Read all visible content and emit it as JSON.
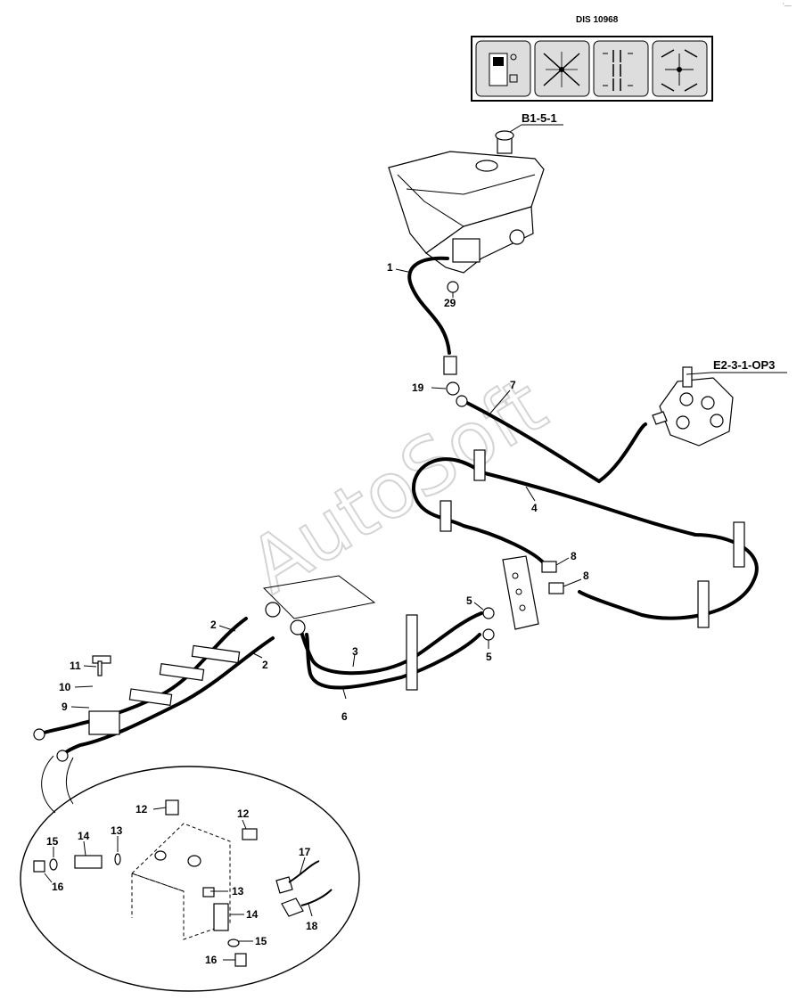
{
  "header": {
    "doc_number": "DIS 10968",
    "icon_panels": [
      "controls-panel-icon",
      "x-pattern-icon",
      "parallel-levers-icon",
      "iso-pattern-icon"
    ]
  },
  "references": {
    "tank": "B1-5-1",
    "valve": "E2-3-1-OP3"
  },
  "watermark": "AutoSoft",
  "corner_mark": "‘—",
  "callouts": {
    "c1": "1",
    "c29": "29",
    "c19": "19",
    "c7": "7",
    "c4": "4",
    "c8a": "8",
    "c8b": "8",
    "c5a": "5",
    "c5b": "5",
    "c2a": "2",
    "c2b": "2",
    "c3": "3",
    "c6": "6",
    "c11": "11",
    "c10": "10",
    "c9": "9"
  },
  "detail_callouts": {
    "d12a": "12",
    "d12b": "12",
    "d13a": "13",
    "d13b": "13",
    "d14a": "14",
    "d14b": "14",
    "d15a": "15",
    "d15b": "15",
    "d16a": "16",
    "d16b": "16",
    "d17": "17",
    "d18": "18"
  }
}
